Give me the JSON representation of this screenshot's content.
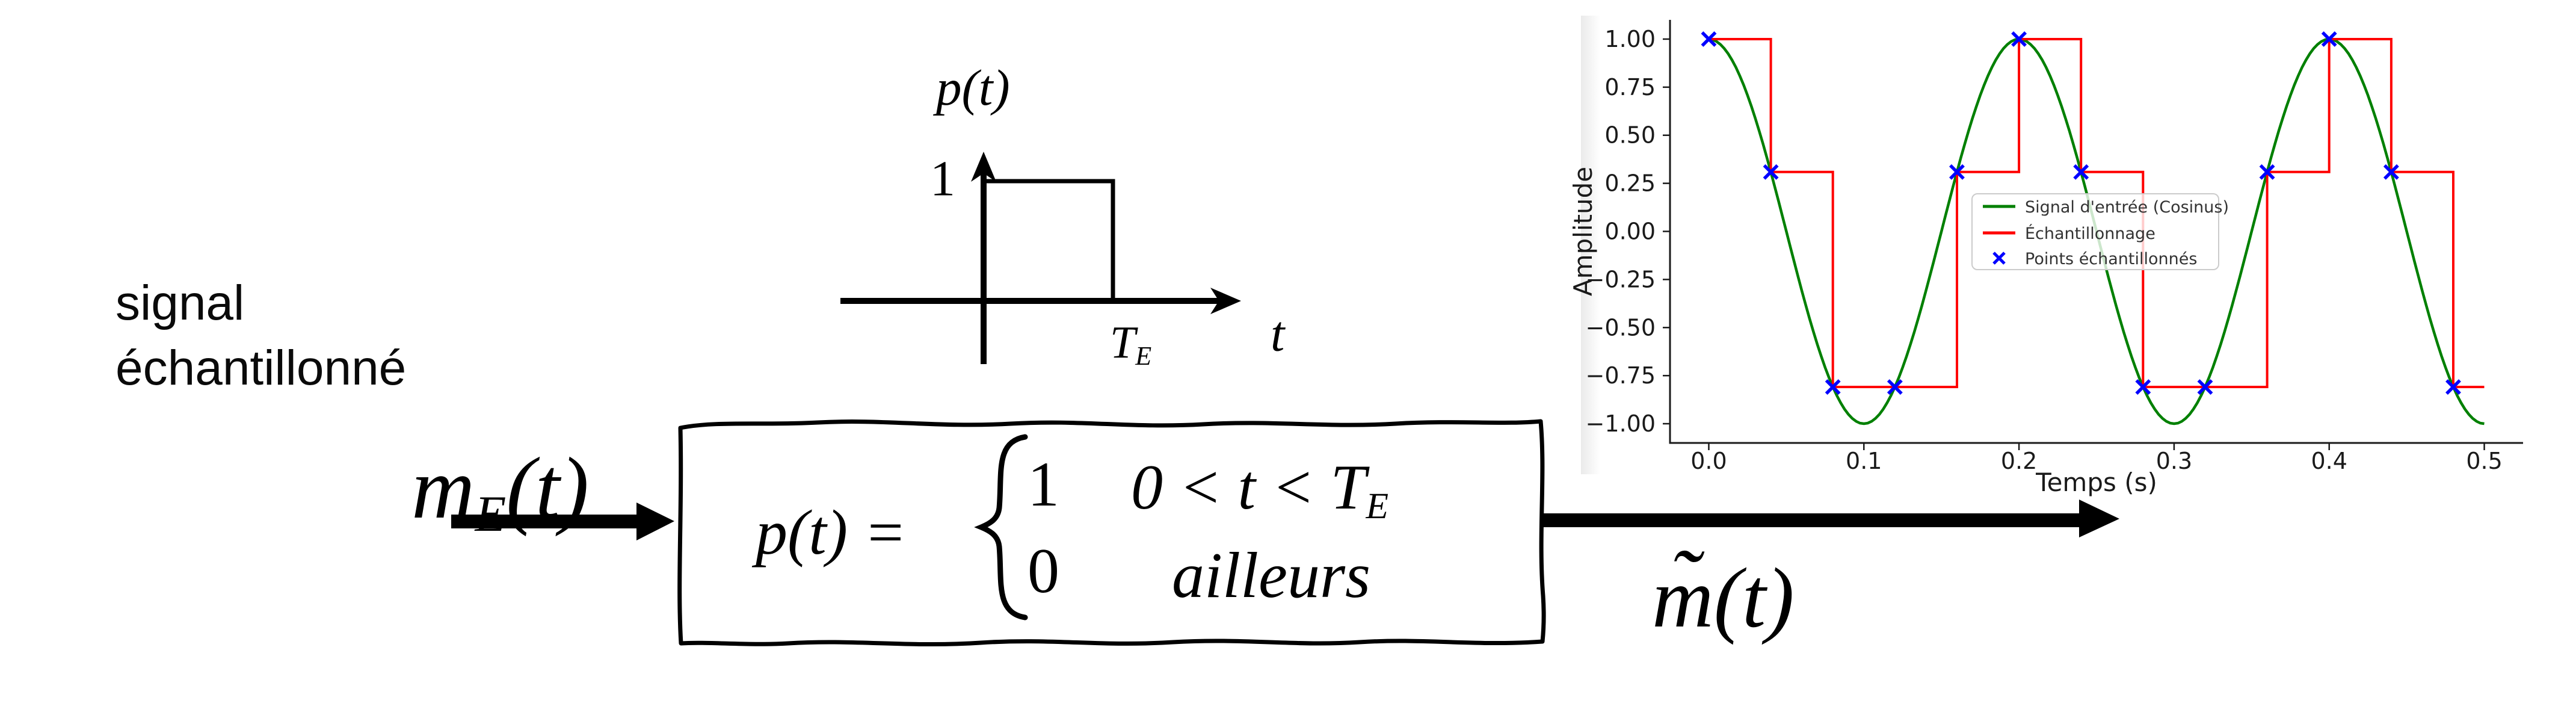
{
  "page": {
    "background": "#ffffff",
    "ink_color": "#000000"
  },
  "diagram": {
    "input_label_line1": "signal",
    "input_label_line2": "échantillonné",
    "input_signal": {
      "base": "m",
      "sub": "E",
      "args": "(t)"
    },
    "output_signal": {
      "tilde": "˜",
      "base": "m",
      "args": "(t)"
    },
    "block": {
      "lhs": "p(t) =",
      "case1_value": "1",
      "case1_cond_pre": "0 < t < T",
      "case1_cond_sub": "E",
      "case2_value": "0",
      "case2_cond": "ailleurs"
    },
    "pulse_plot": {
      "title": "p(t)",
      "level_label": "1",
      "width_label_base": "T",
      "width_label_sub": "E",
      "axis_label": "t",
      "pulse_height": 1
    }
  },
  "chart_data": {
    "type": "line",
    "title": "",
    "xlabel": "Temps (s)",
    "ylabel": "Amplitude",
    "xlim": [
      -0.025,
      0.525
    ],
    "ylim": [
      -1.1,
      1.1
    ],
    "grid": false,
    "legend_position": "center-left-inside",
    "axis_color": "#1a1a1a",
    "legend_text_color": "#333333",
    "x_ticks": [
      0,
      0.1,
      0.2,
      0.3,
      0.4,
      0.5
    ],
    "x_tick_labels": [
      "0.0",
      "0.1",
      "0.2",
      "0.3",
      "0.4",
      "0.5"
    ],
    "y_ticks": [
      1,
      0.75,
      0.5,
      0.25,
      0,
      -0.25,
      -0.5,
      -0.75,
      -1
    ],
    "y_tick_labels": [
      "1.00",
      "0.75",
      "0.50",
      "0.25",
      "0.00",
      "−0.25",
      "−0.50",
      "−0.75",
      "−1.00"
    ],
    "series": [
      {
        "name": "Signal d'entrée (Cosinus)",
        "kind": "line",
        "color": "#008000",
        "formula": "cos(2π·5·t)",
        "frequency_hz": 5,
        "t_start": 0,
        "t_end": 0.5
      },
      {
        "name": "Échantillonnage",
        "kind": "step-post",
        "color": "#ff0000",
        "sample_period_s": 0.04,
        "hold_until": 0.5,
        "x": [
          0,
          0.04,
          0.08,
          0.12,
          0.16,
          0.2,
          0.24,
          0.28,
          0.32,
          0.36,
          0.4,
          0.44,
          0.48
        ],
        "y": [
          1,
          0.309,
          -0.809,
          -0.809,
          0.309,
          1,
          0.309,
          -0.809,
          -0.809,
          0.309,
          1,
          0.309,
          -0.809
        ]
      },
      {
        "name": "Points échantillonnés",
        "kind": "scatter",
        "marker": "x",
        "color": "#0000ff",
        "x": [
          0,
          0.04,
          0.08,
          0.12,
          0.16,
          0.2,
          0.24,
          0.28,
          0.32,
          0.36,
          0.4,
          0.44,
          0.48
        ],
        "y": [
          1,
          0.309,
          -0.809,
          -0.809,
          0.309,
          1,
          0.309,
          -0.809,
          -0.809,
          0.309,
          1,
          0.309,
          -0.809
        ]
      }
    ]
  }
}
